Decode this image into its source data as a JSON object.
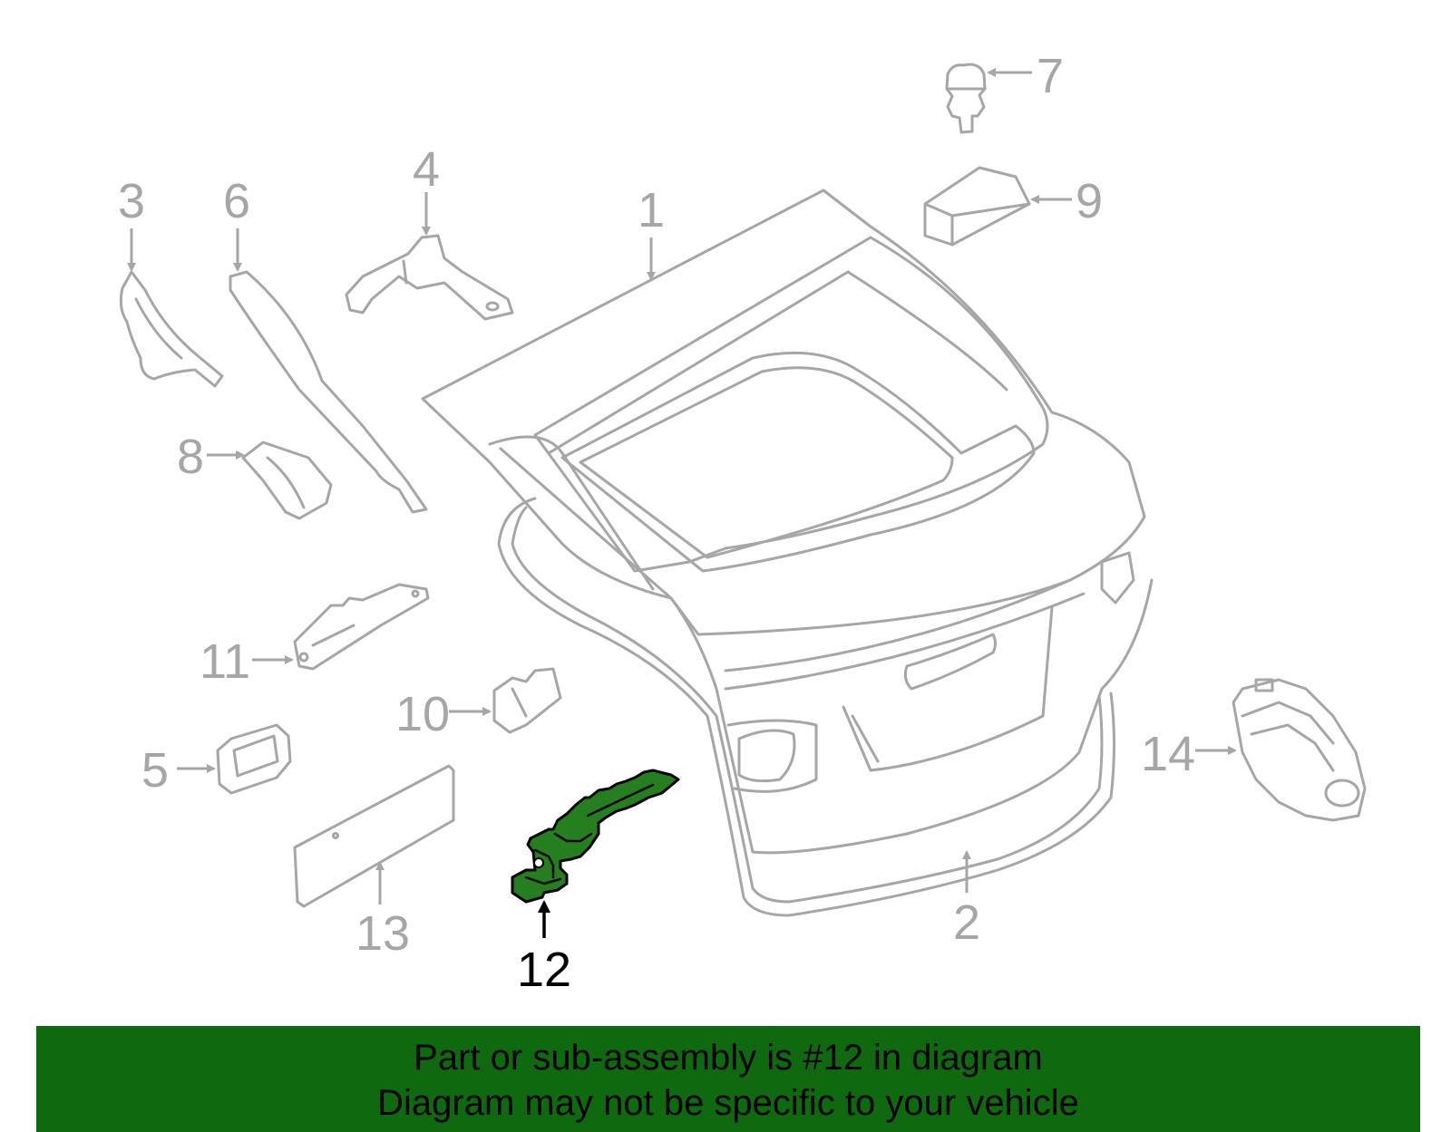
{
  "callouts": {
    "c1": "1",
    "c2": "2",
    "c3": "3",
    "c4": "4",
    "c5": "5",
    "c6": "6",
    "c7": "7",
    "c8": "8",
    "c9": "9",
    "c10": "10",
    "c11": "11",
    "c12": "12",
    "c13": "13",
    "c14": "14"
  },
  "highlighted_part": "12",
  "banner": {
    "line1": "Part or sub-assembly is #12 in diagram",
    "line2": "Diagram may not be specific to your vehicle"
  },
  "colors": {
    "highlight_fill": "#267f1f",
    "banner_background": "#0f6a0f",
    "part_stroke": "#a6a6a6"
  }
}
